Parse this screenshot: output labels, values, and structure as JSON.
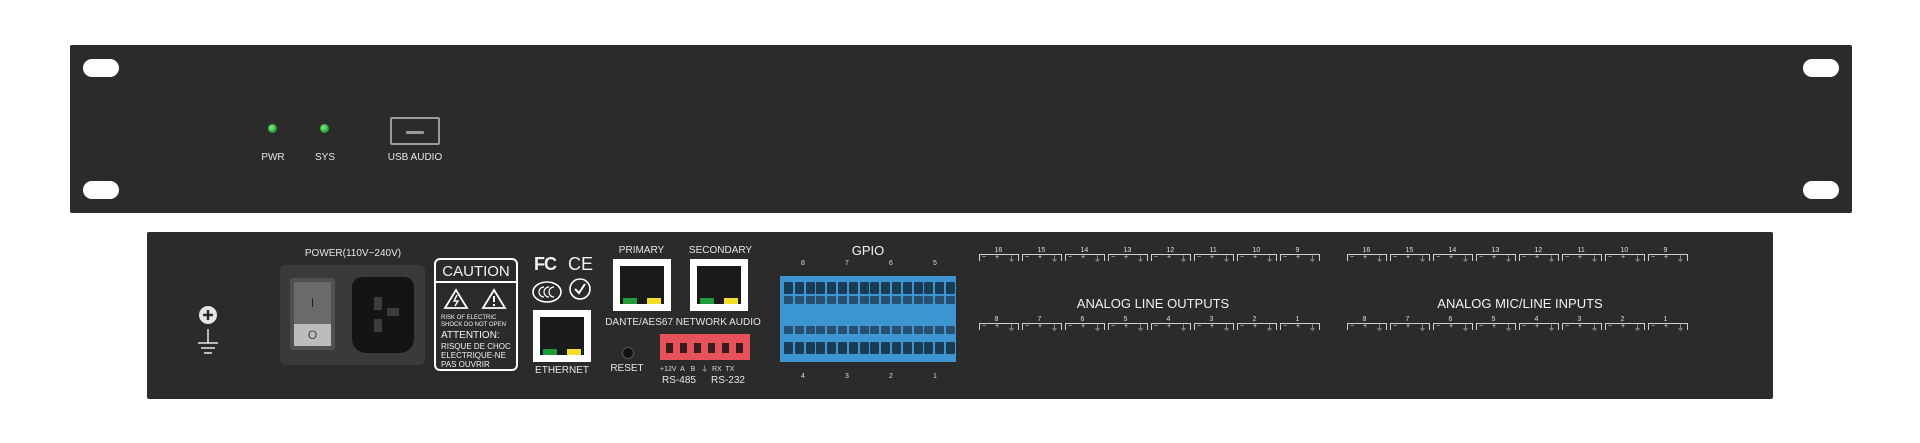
{
  "front": {
    "led_pwr_label": "PWR",
    "led_sys_label": "SYS",
    "usb_label": "USB AUDIO",
    "led_color": "#2aa43a"
  },
  "rear": {
    "power_label": "POWER(110V~240V)",
    "switch_on": "I",
    "switch_off": "O",
    "caution": {
      "title": "CAUTION",
      "warning_en": "RISK OF ELECTRIC SHOCK DO NOT OPEN",
      "attention_title": "ATTENTION:",
      "warning_fr": "RISQUE DE CHOC ELECTRIQUE-NE PAS OUVRIR"
    },
    "cert_fc": "FC",
    "cert_ce": "CE",
    "ethernet_label": "ETHERNET",
    "primary_label": "PRIMARY",
    "secondary_label": "SECONDARY",
    "dante_label": "DANTE/AES67 NETWORK AUDIO",
    "reset_label": "RESET",
    "serial_pins": [
      "+12V",
      "A",
      "B",
      "⏚",
      "RX",
      "TX"
    ],
    "rs485_label": "RS-485",
    "rs232_label": "RS-232",
    "gpio_label": "GPIO",
    "gpio_top_numbers": [
      "8",
      "7",
      "6",
      "5"
    ],
    "gpio_bottom_numbers": [
      "4",
      "3",
      "2",
      "1"
    ],
    "analog_outputs_label": "ANALOG LINE OUTPUTS",
    "analog_inputs_label": "ANALOG MIC/LINE INPUTS",
    "out_top_channels": [
      "16",
      "15",
      "14",
      "13",
      "12",
      "11",
      "10",
      "9"
    ],
    "out_bottom_channels": [
      "8",
      "7",
      "6",
      "5",
      "4",
      "3",
      "2",
      "1"
    ],
    "in_top_channels": [
      "16",
      "15",
      "14",
      "13",
      "12",
      "11",
      "10",
      "9"
    ],
    "in_bottom_channels": [
      "8",
      "7",
      "6",
      "5",
      "4",
      "3",
      "2",
      "1"
    ],
    "gpio_color": "#3d96d2",
    "serial_color": "#e7525a"
  }
}
